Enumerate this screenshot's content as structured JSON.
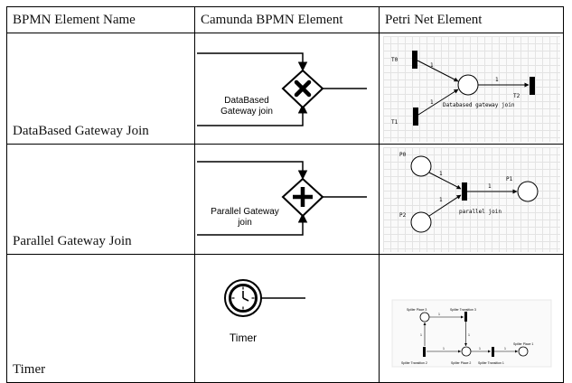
{
  "headers": [
    "BPMN Element Name",
    "Camunda BPMN Element",
    "Petri Net Element"
  ],
  "rows": [
    {
      "name": "DataBased Gateway Join",
      "camunda_label_lines": [
        "DataBased",
        "Gateway join"
      ],
      "petri": {
        "places": [
          "T0",
          "T1"
        ],
        "transition": "T2",
        "arc_weights": [
          "1",
          "1",
          "1"
        ],
        "caption": "Databased gateway join"
      }
    },
    {
      "name": "Parallel Gateway Join",
      "camunda_label_lines": [
        "Parallel Gateway",
        "join"
      ],
      "petri": {
        "places": [
          "P0",
          "P2",
          "P1"
        ],
        "arc_weights": [
          "1",
          "1",
          "1"
        ],
        "caption": "parallel join"
      }
    },
    {
      "name": "Timer",
      "camunda_label": "Timer",
      "petri": {
        "labels": [
          "Spiller Place 3",
          "Spiller Transition 3",
          "Spiller Place 1",
          "Spiller Transition 2",
          "Spiller Place 2",
          "Spiller Transition 1"
        ],
        "arc_weights": [
          "1",
          "1",
          "1",
          "1",
          "1",
          "1"
        ]
      }
    }
  ],
  "icons": [
    "exclusive-gateway-x-icon",
    "parallel-gateway-plus-icon",
    "clock-icon"
  ]
}
